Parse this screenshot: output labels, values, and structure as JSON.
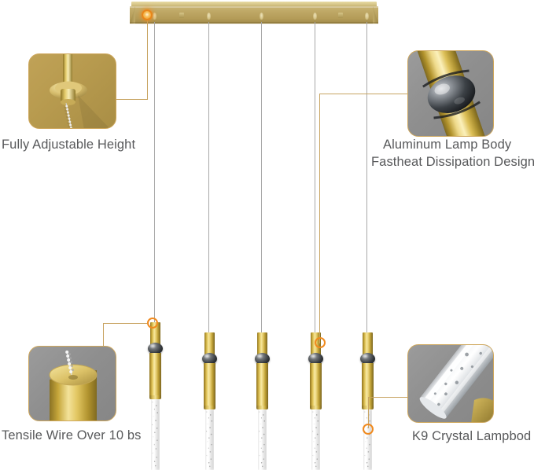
{
  "page": {
    "type": "product-feature-infographic",
    "product": "crystal-linear-pendant-chandelier",
    "background_color": "#ffffff",
    "accent_color": "#f08a1e",
    "border_color": "#cfa85e",
    "connector_color": "#c8a462",
    "text_color": "#58595b",
    "gold_color": "#c0a257",
    "gray_panel_color": "#919191"
  },
  "callouts": [
    {
      "id": "fully-adjustable-height",
      "label": "Fully Adjustable Height",
      "label_lines": [
        "Fully Adjustable Height"
      ],
      "panel_background": "gold",
      "art": "ceiling-mount-with-braided-cable",
      "position": "top-left"
    },
    {
      "id": "aluminum-lamp-body",
      "label": "Aluminum Lamp Body\nFastheat Dissipation Design",
      "label_lines": [
        "Aluminum Lamp Body",
        "Fastheat Dissipation Design"
      ],
      "panel_background": "gray",
      "art": "gold-tube-with-black-ring",
      "position": "top-right"
    },
    {
      "id": "tensile-wire",
      "label": "Tensile Wire Over 10 bs",
      "label_lines": [
        "Tensile Wire Over 10 bs"
      ],
      "panel_background": "gray",
      "art": "gold-cylinder-top-with-steel-wire",
      "position": "bottom-left"
    },
    {
      "id": "k9-crystal-lampbody",
      "label": "K9 Crystal Lampbod",
      "label_lines": [
        "K9 Crystal Lampbod"
      ],
      "panel_background": "gray",
      "art": "clear-crystal-rod-closeup",
      "position": "bottom-right"
    }
  ],
  "fixture": {
    "canopy": {
      "name": "rectangular-gold-canopy",
      "finish": "brushed-gold"
    },
    "pendant_count": 5,
    "pendant": {
      "parts": [
        "suspension-wire",
        "gold-cap-tube",
        "black-accent-ring",
        "gold-lamp-body",
        "k9-crystal-rod"
      ]
    }
  },
  "markers": [
    {
      "id": "marker-canopy-mount",
      "target": "fully-adjustable-height",
      "style": "filled"
    },
    {
      "id": "marker-lamp-ring",
      "target": "aluminum-lamp-body",
      "style": "outline"
    },
    {
      "id": "marker-wire-top",
      "target": "tensile-wire",
      "style": "outline"
    },
    {
      "id": "marker-crystal-bottom",
      "target": "k9-crystal-lampbody",
      "style": "outline"
    }
  ]
}
